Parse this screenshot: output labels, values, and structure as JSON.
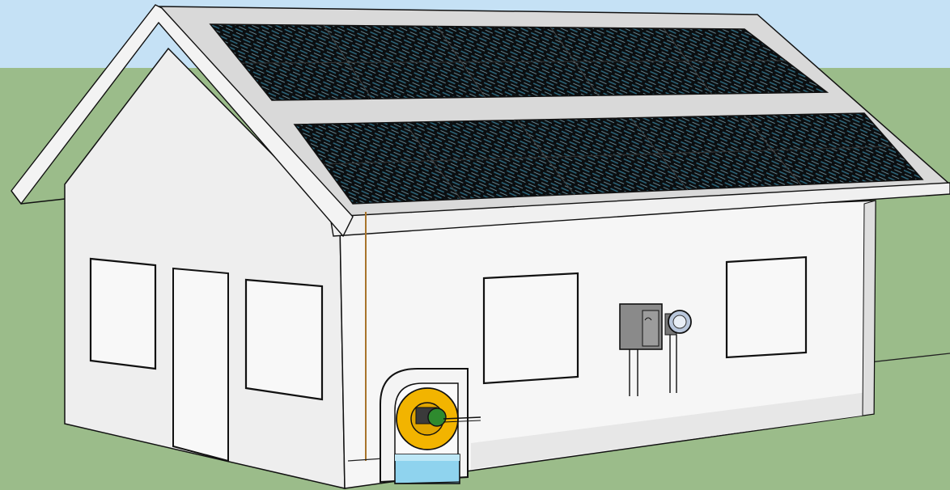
{
  "colors": {
    "sky": "#c5e1f5",
    "grass": "#9bbc8a",
    "wall": "#f2f2f2",
    "wall_shade": "#dcdcdc",
    "roof_trim": "#e9e9e9",
    "panel": "#0b0e10",
    "panel_cell": "#2f6e86",
    "outline": "#111111",
    "wheel": "#f2b400",
    "motor": "#2e8a2e",
    "water": "#8fd3ee",
    "conduit": "#a8742b",
    "box": "#8a8a8a"
  },
  "objects": [
    "house",
    "solar-panel-array-upper",
    "solar-panel-array-lower",
    "windows",
    "door",
    "electrical-box",
    "electric-meter",
    "water-wheel-generator",
    "water-tank",
    "conduit-wire",
    "power-line"
  ]
}
